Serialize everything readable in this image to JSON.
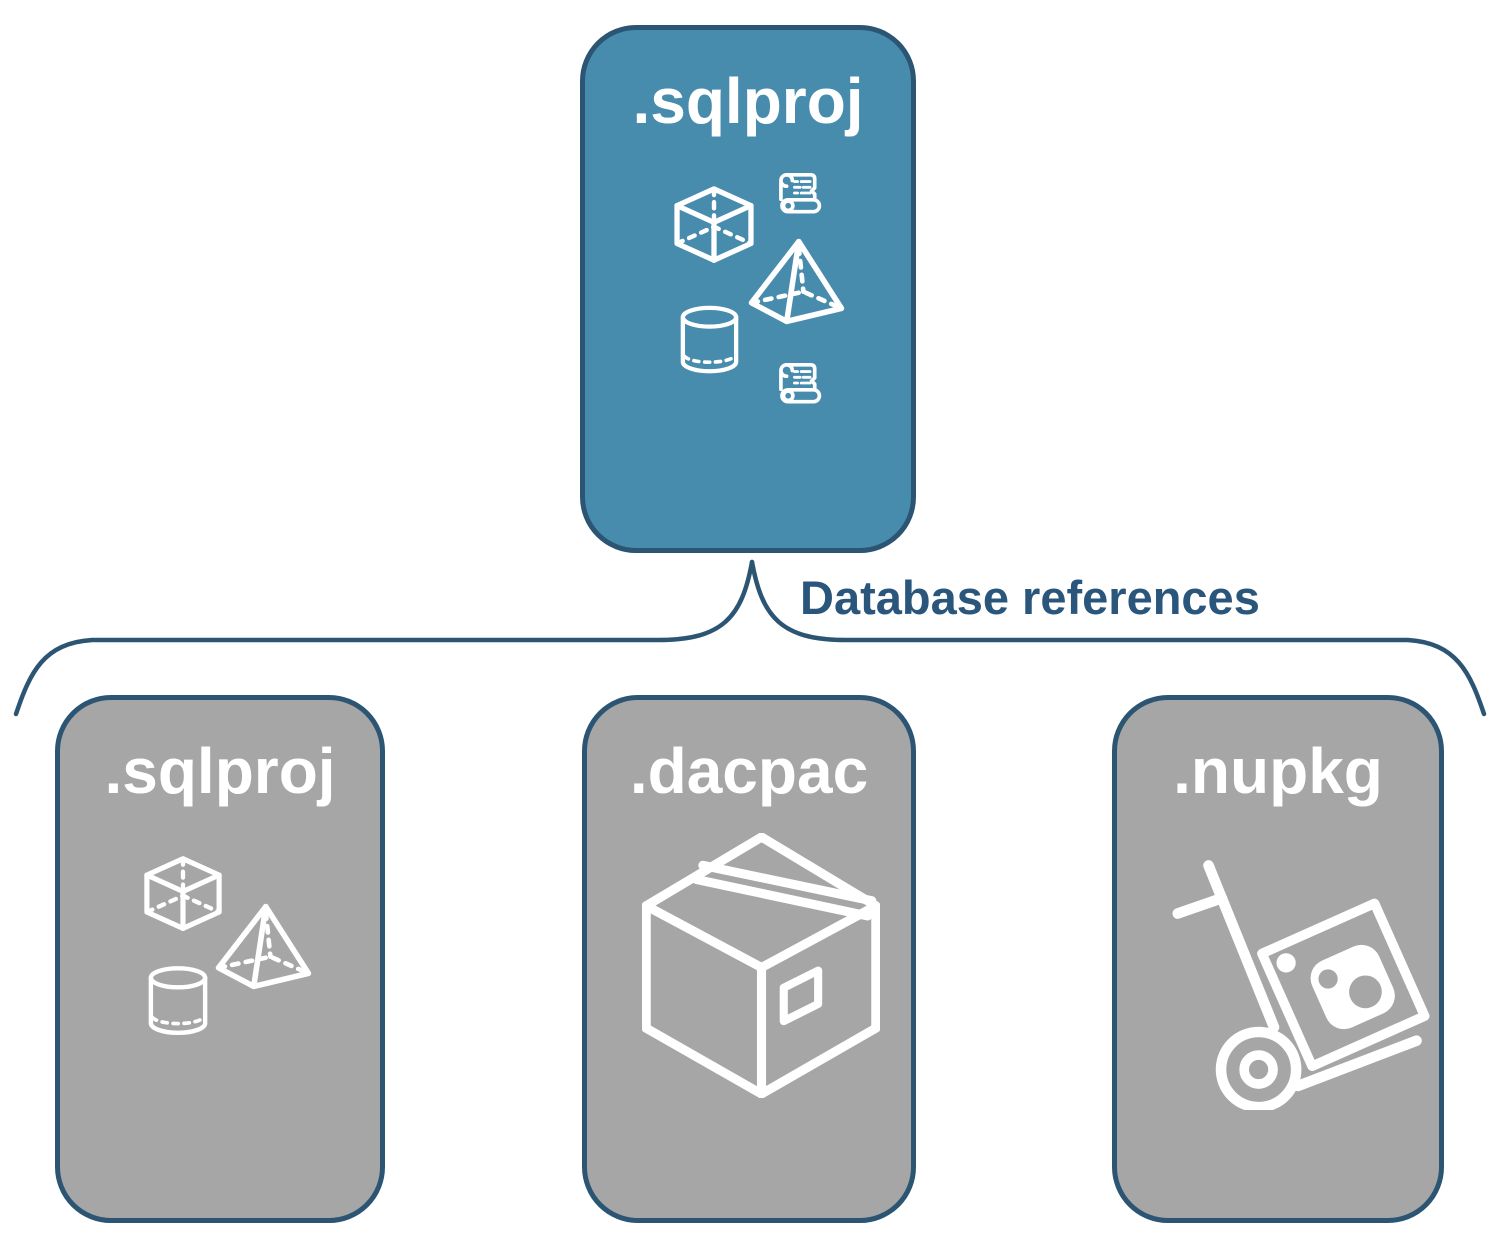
{
  "diagram": {
    "colors": {
      "background": "#ffffff",
      "root_fill": "#488cad",
      "child_fill": "#a6a6a6",
      "accent": "#2c5574",
      "label_text": "#2b567c",
      "title_text": "#ffffff",
      "icon": "#ffffff"
    },
    "root_card": {
      "title": ".sqlproj",
      "icons": [
        "scroll-icon",
        "cube-icon",
        "pyramid-icon",
        "cylinder-icon",
        "scroll-icon"
      ]
    },
    "connector": {
      "label": "Database references"
    },
    "child_cards": [
      {
        "title": ".sqlproj",
        "icons": [
          "cube-icon",
          "pyramid-icon",
          "cylinder-icon"
        ]
      },
      {
        "title": ".dacpac",
        "icons": [
          "package-box-icon"
        ]
      },
      {
        "title": ".nupkg",
        "icons": [
          "nuget-hand-truck-icon"
        ]
      }
    ]
  }
}
